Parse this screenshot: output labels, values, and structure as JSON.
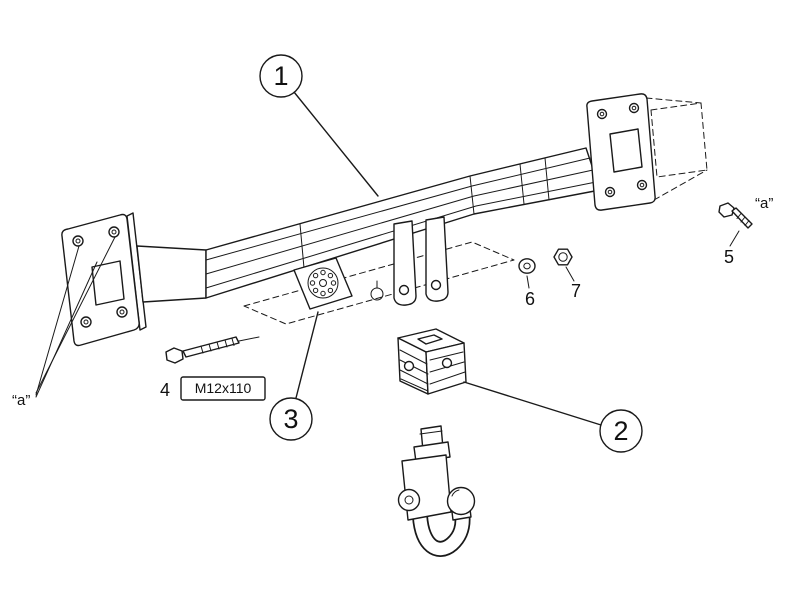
{
  "labels": {
    "callout_1": "1",
    "callout_2": "2",
    "callout_3": "3",
    "item_4": "4",
    "item_5": "5",
    "item_6": "6",
    "item_7": "7",
    "bolt_spec": "M12x110",
    "ref_a_left": "“a”",
    "ref_a_right": "“a”"
  },
  "colors": {
    "line": "#1a1a1a",
    "background": "#ffffff"
  }
}
